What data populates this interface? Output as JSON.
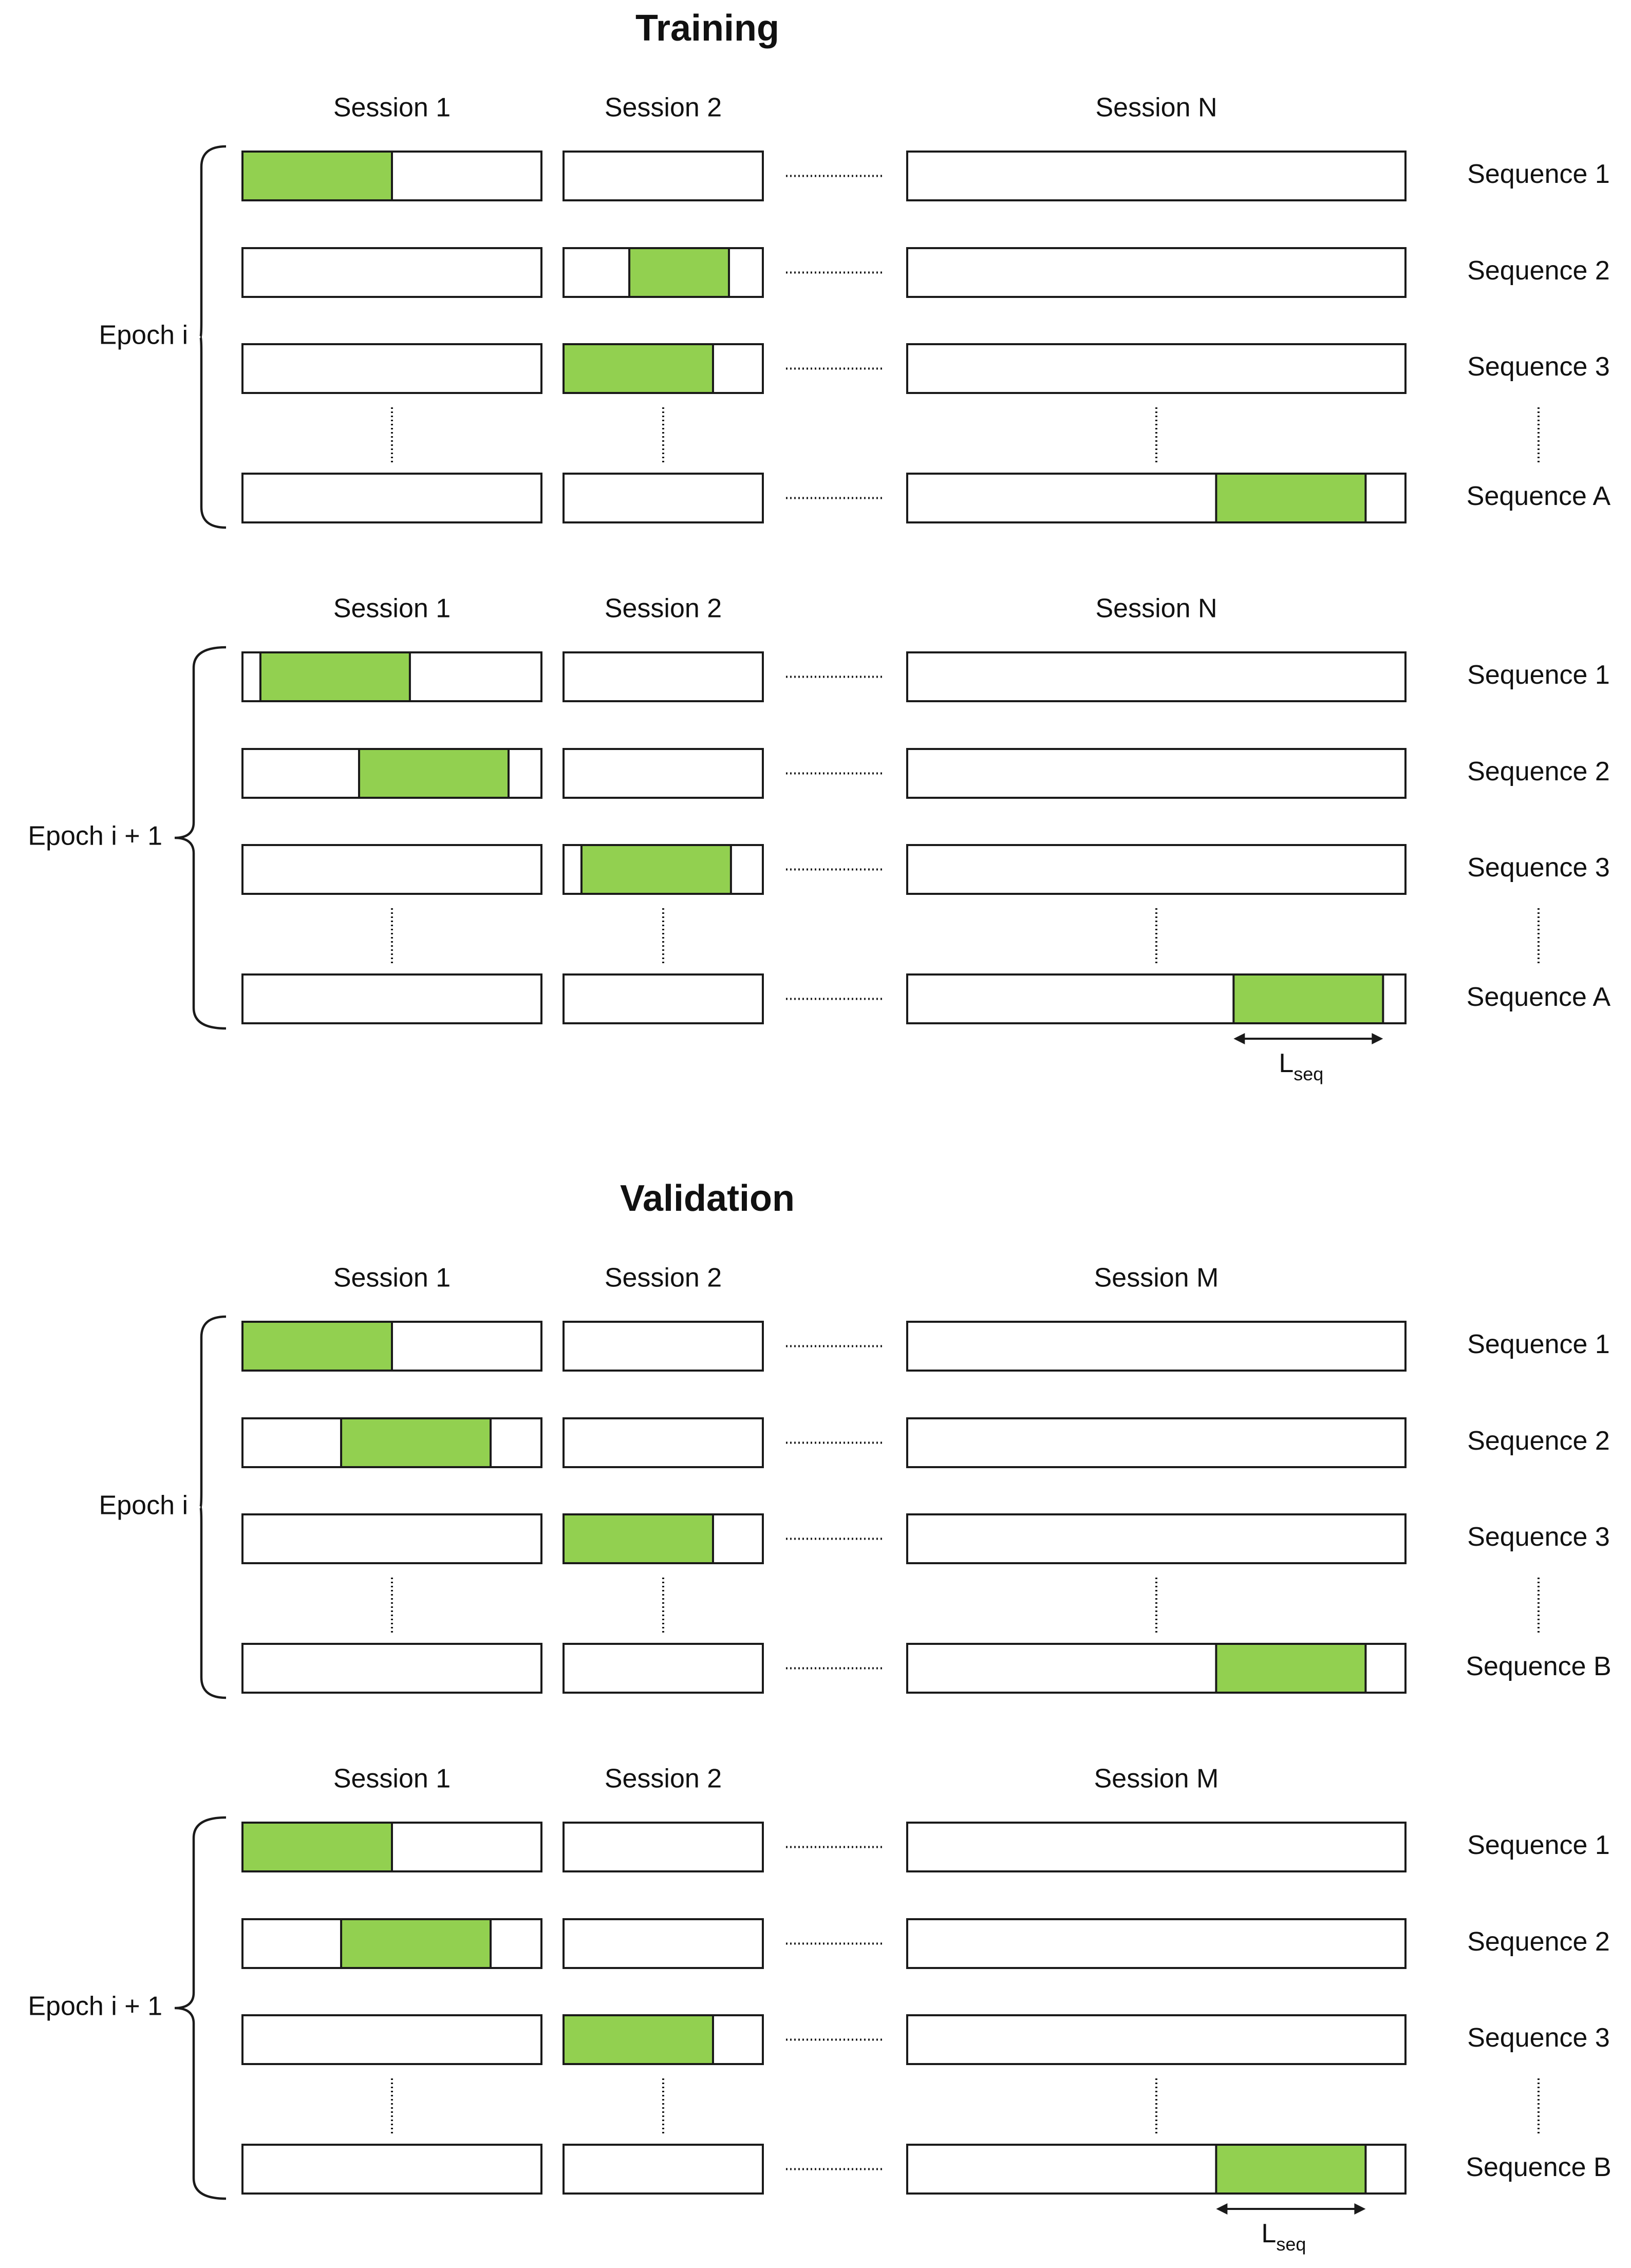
{
  "colors": {
    "fill": "#92d050",
    "stroke": "#1a1a1a",
    "background": "#ffffff"
  },
  "sections": [
    {
      "title": "Training",
      "blocks": [
        {
          "epoch_label": "Epoch i",
          "session_labels": [
            "Session 1",
            "Session 2",
            "Session N"
          ],
          "sequence_labels": [
            "Sequence 1",
            "Sequence 2",
            "Sequence 3",
            "Sequence A"
          ],
          "fills": [
            {
              "row": 0,
              "col": 0,
              "start": 0.0,
              "end": 0.5
            },
            {
              "row": 1,
              "col": 1,
              "start": 0.33,
              "end": 0.83
            },
            {
              "row": 2,
              "col": 1,
              "start": 0.0,
              "end": 0.75
            },
            {
              "row": 3,
              "col": 2,
              "start": 0.62,
              "end": 0.92
            }
          ],
          "lseq": null
        },
        {
          "epoch_label": "Epoch i + 1",
          "session_labels": [
            "Session 1",
            "Session 2",
            "Session N"
          ],
          "sequence_labels": [
            "Sequence 1",
            "Sequence 2",
            "Sequence 3",
            "Sequence A"
          ],
          "fills": [
            {
              "row": 0,
              "col": 0,
              "start": 0.06,
              "end": 0.56
            },
            {
              "row": 1,
              "col": 0,
              "start": 0.39,
              "end": 0.89
            },
            {
              "row": 2,
              "col": 1,
              "start": 0.09,
              "end": 0.84
            },
            {
              "row": 3,
              "col": 2,
              "start": 0.655,
              "end": 0.955
            }
          ],
          "lseq": {
            "main": "L",
            "sub": "seq"
          }
        }
      ]
    },
    {
      "title": "Validation",
      "blocks": [
        {
          "epoch_label": "Epoch i",
          "session_labels": [
            "Session 1",
            "Session 2",
            "Session M"
          ],
          "sequence_labels": [
            "Sequence 1",
            "Sequence 2",
            "Sequence 3",
            "Sequence B"
          ],
          "fills": [
            {
              "row": 0,
              "col": 0,
              "start": 0.0,
              "end": 0.5
            },
            {
              "row": 1,
              "col": 0,
              "start": 0.33,
              "end": 0.83
            },
            {
              "row": 2,
              "col": 1,
              "start": 0.0,
              "end": 0.75
            },
            {
              "row": 3,
              "col": 2,
              "start": 0.62,
              "end": 0.92
            }
          ],
          "lseq": null
        },
        {
          "epoch_label": "Epoch i + 1",
          "session_labels": [
            "Session 1",
            "Session 2",
            "Session M"
          ],
          "sequence_labels": [
            "Sequence 1",
            "Sequence 2",
            "Sequence 3",
            "Sequence B"
          ],
          "fills": [
            {
              "row": 0,
              "col": 0,
              "start": 0.0,
              "end": 0.5
            },
            {
              "row": 1,
              "col": 0,
              "start": 0.33,
              "end": 0.83
            },
            {
              "row": 2,
              "col": 1,
              "start": 0.0,
              "end": 0.75
            },
            {
              "row": 3,
              "col": 2,
              "start": 0.62,
              "end": 0.92
            }
          ],
          "lseq": {
            "main": "L",
            "sub": "seq"
          }
        }
      ]
    }
  ]
}
